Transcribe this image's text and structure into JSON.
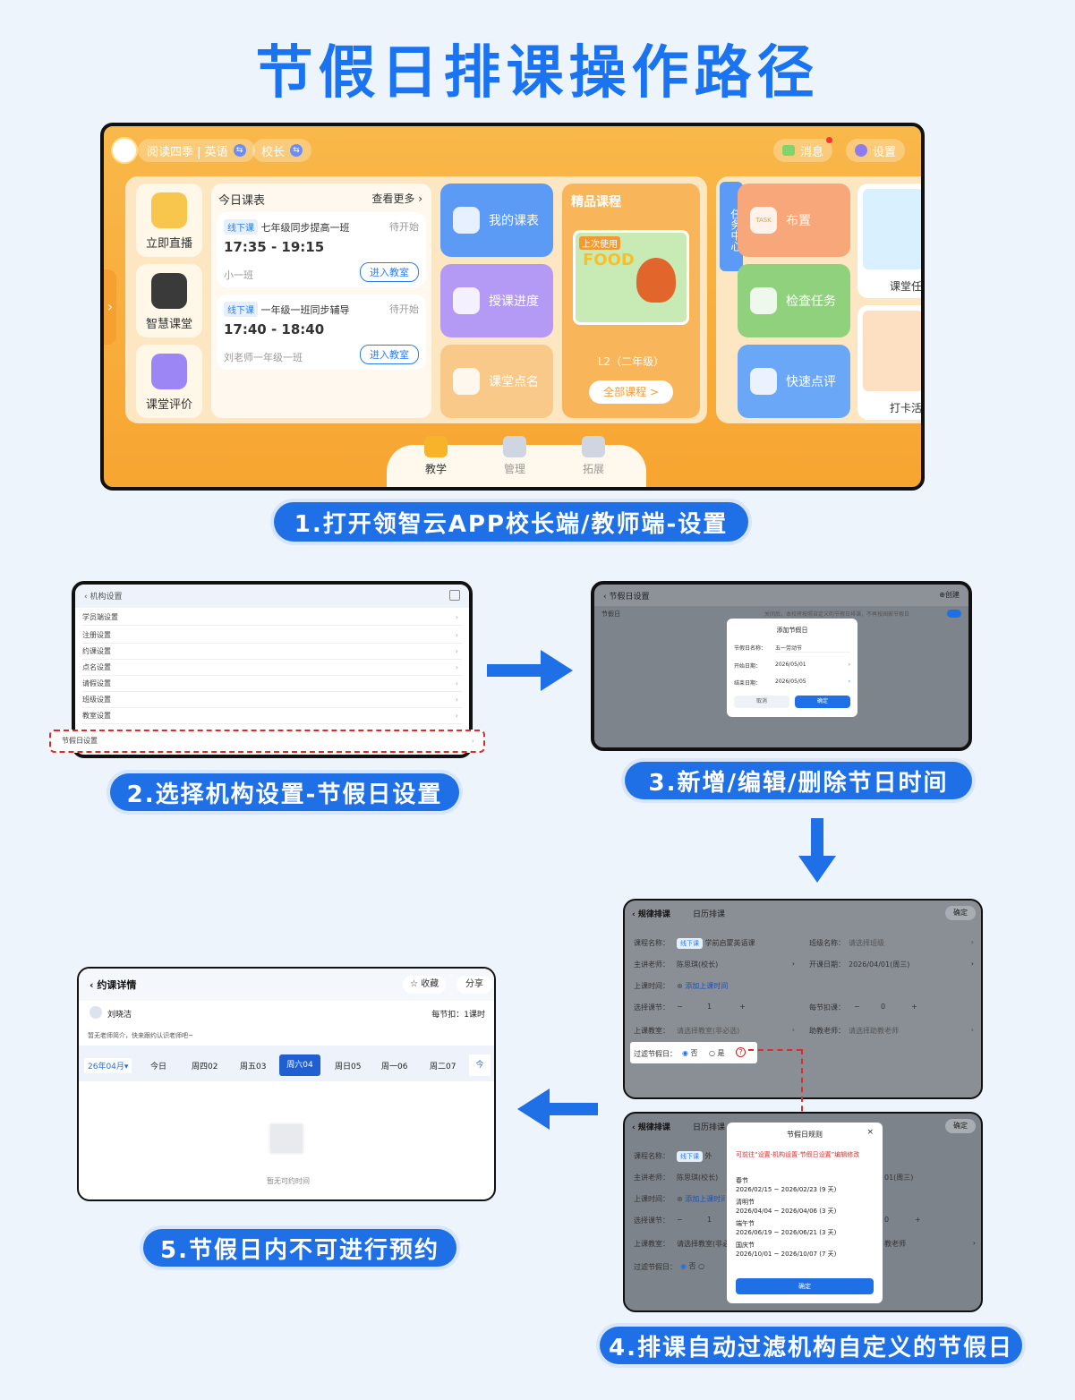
{
  "title": "节假日排课操作路径",
  "steps": {
    "s1": "1.打开领智云APP校长端/教师端-设置",
    "s2": "2.选择机构设置-节假日设置",
    "s3": "3.新增/编辑/删除节日时间",
    "s4": "4.排课自动过滤机构自定义的节假日",
    "s5": "5.节假日内不可进行预约"
  },
  "app": {
    "course_chip": "阅读四季 | 英语",
    "role_chip": "校长",
    "messages": "消息",
    "settings": "设置",
    "quick": [
      "立即直播",
      "智慧课堂",
      "课堂评价"
    ],
    "today_title": "今日课表",
    "see_more": "查看更多",
    "lessons": [
      {
        "tag": "线下课",
        "name": "七年级同步提高一班",
        "status": "待开始",
        "time": "17:35 - 19:15",
        "cls": "小一班",
        "enter": "进入教室"
      },
      {
        "tag": "线下课",
        "name": "一年级一班同步辅导",
        "status": "待开始",
        "time": "17:40 - 18:40",
        "cls": "刘老师一年级一班",
        "enter": "进入教室"
      }
    ],
    "tiles": [
      "我的课表",
      "授课进度",
      "课堂点名"
    ],
    "premium": "精品课程",
    "last_used": "上次使用",
    "food": "FOOD",
    "level": "L2（二年级）",
    "all_courses": "全部课程 >",
    "task_center": "任务中心",
    "tiles2": [
      "布置",
      "检查任务",
      "快速点评"
    ],
    "task_word": "TASK",
    "side_cards": [
      "课堂任",
      "打卡活"
    ],
    "tabs": [
      "教学",
      "管理",
      "拓展"
    ]
  },
  "org": {
    "header": "机构设置",
    "items": [
      "学员端设置",
      "注册设置",
      "约课设置",
      "点名设置",
      "请假设置",
      "班级设置",
      "教室设置",
      "节假日设置"
    ]
  },
  "holiday": {
    "header": "节假日设置",
    "create": "创建",
    "row_label": "节假日",
    "row_hint": "关闭后，本校将按照自定义的节假日排课，不再按国家节假日",
    "dialog_title": "添加节假日",
    "name_label": "节假日名称：",
    "name_value": "五一劳动节",
    "start_label": "开始日期：",
    "start_value": "2026/05/01",
    "end_label": "结束日期：",
    "end_value": "2026/05/05",
    "cancel": "取消",
    "ok": "确定"
  },
  "sched": {
    "tab1": "规律排课",
    "tab2": "日历排课",
    "confirm": "确定",
    "course_label": "课程名称：",
    "course_tag": "线下课",
    "course_value": "学前启蒙英语课",
    "class_label": "班级名称：",
    "class_value": "请选择班级",
    "teacher_label": "主讲老师：",
    "teacher_value": "陈思琪(校长)",
    "open_label": "开课日期：",
    "open_value": "2026/04/01(周三)",
    "time_label": "上课时间：",
    "time_value": "添加上课时间",
    "lessons_label": "选择课节：",
    "lessons_value": "1",
    "deduct_label": "每节扣课：",
    "deduct_value": "0",
    "room_label": "上课教室：",
    "room_value": "请选择教室(非必选)",
    "assist_label": "助教老师：",
    "assist_value": "请选择助教老师",
    "filter_label": "过滤节假日：",
    "no": "否",
    "yes": "是",
    "rules_title": "节假日规则",
    "rules_note": "可前往“设置-机构设置-节假日设置”编辑修改",
    "holidays": [
      {
        "name": "春节",
        "range": "2026/02/15 ~ 2026/02/23 (9 天)"
      },
      {
        "name": "清明节",
        "range": "2026/04/04 ~ 2026/04/06 (3 天)"
      },
      {
        "name": "端午节",
        "range": "2026/06/19 ~ 2026/06/21 (3 天)"
      },
      {
        "name": "国庆节",
        "range": "2026/10/01 ~ 2026/10/07 (7 天)"
      }
    ],
    "rules_ok": "确定",
    "partial_course": "外",
    "partial_open": "01(周三)",
    "partial_assist": "教老师",
    "partial_teacher": "陈思琪(校长)",
    "partial_lesson": "0"
  },
  "booking": {
    "header": "约课详情",
    "collect": "收藏",
    "share": "分享",
    "teacher": "刘晓洁",
    "per_lesson": "每节扣：1课时",
    "intro": "暂无老师简介，快来跟约认识老师吧~",
    "month": "26年04月",
    "days": [
      "今日",
      "周四02",
      "周五03",
      "周六04",
      "周日05",
      "周一06",
      "周二07"
    ],
    "today_btn": "今",
    "empty": "暂无可约时间"
  },
  "colors": {
    "brand": "#1f6fe6",
    "orange": "#f7a531"
  }
}
